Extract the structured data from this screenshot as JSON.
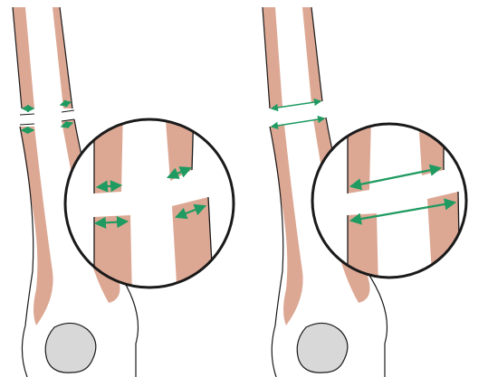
{
  "colors": {
    "bone_fill": "#ffffff",
    "cortex": "#dca894",
    "outline": "#1a1a1a",
    "marker": "#1f9a60",
    "condyle": "#d8d8d8"
  },
  "panels": [
    {
      "id": "left",
      "measurement": "cortical-thickness",
      "arrow_count_main": 4,
      "arrow_count_zoom": 4
    },
    {
      "id": "right",
      "measurement": "total-bone-width",
      "arrow_count_main": 2,
      "arrow_count_zoom": 2
    }
  ]
}
